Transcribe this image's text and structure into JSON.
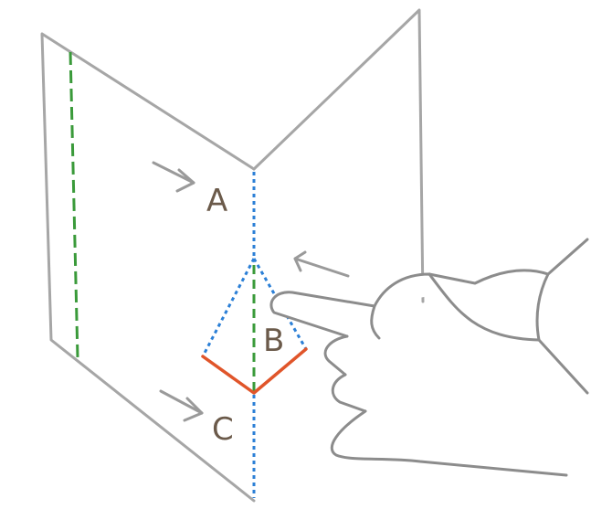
{
  "labels": {
    "a": "A",
    "b": "B",
    "c": "C"
  },
  "colors": {
    "paper_outline": "#a6a6a6",
    "fold_blue": "#2b7fd6",
    "fold_green": "#3a9a3a",
    "cut_red": "#e0552a",
    "arrow": "#9a9a9a",
    "label_text": "#6b5a4a",
    "hand_outline": "#8c8c8c"
  },
  "icons": {
    "arrow_a": "arrow-right-down-icon",
    "arrow_right_page": "arrow-left-icon",
    "arrow_c": "arrow-right-down-icon",
    "hand": "pointing-hand-icon"
  }
}
